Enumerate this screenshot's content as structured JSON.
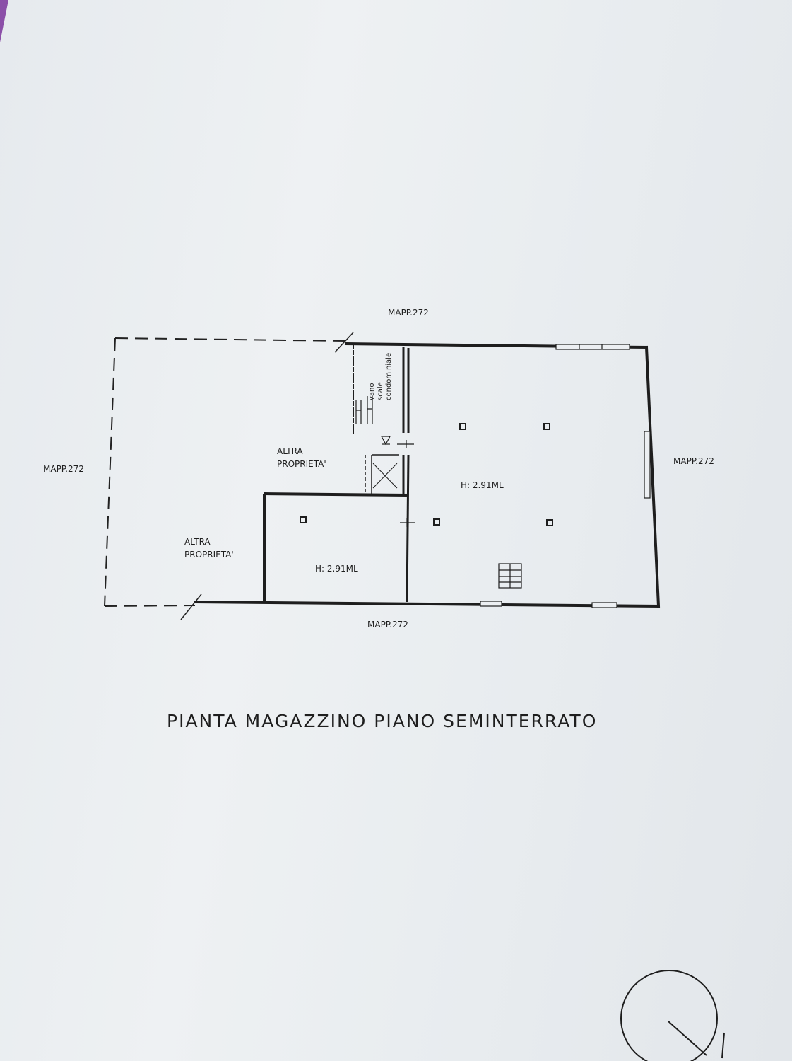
{
  "plan": {
    "boundary_labels": {
      "top": "MAPP.272",
      "left": "MAPP.272",
      "right": "MAPP.272",
      "bottom": "MAPP.272"
    },
    "other_property_labels": [
      [
        "ALTRA",
        "PROPRIETA'"
      ],
      [
        "ALTRA",
        "PROPRIETA'"
      ]
    ],
    "stair_label": [
      "vano",
      "scale",
      "condominiale"
    ],
    "rooms": [
      {
        "height_label": "H: 2.91ML"
      },
      {
        "height_label": "H: 2.91ML"
      }
    ],
    "title": "PIANTA MAGAZZINO PIANO SEMINTERRATO"
  },
  "colors": {
    "ink": "#1e1e1e",
    "paper": "#eaedf0",
    "purple_edge": "#8b4fa8"
  }
}
